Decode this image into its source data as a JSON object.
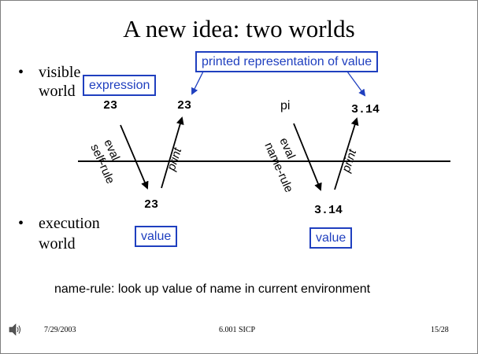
{
  "slide": {
    "title": "A new idea: two worlds",
    "bullets": {
      "visible_line1": "visible",
      "visible_line2": "world",
      "execution_line1": "execution",
      "execution_line2": "world"
    },
    "labels": {
      "expression": "expression",
      "printed_rep": "printed representation of value",
      "value_left": "value",
      "value_right": "value"
    },
    "left_example": {
      "expr": "23",
      "printed": "23",
      "value": "23",
      "eval_label": "eval",
      "rule_label": "self-rule",
      "print_label": "print"
    },
    "right_example": {
      "expr": "pi",
      "printed": "3.14",
      "value": "3.14",
      "eval_label": "eval",
      "rule_label": "name-rule",
      "print_label": "print"
    },
    "note": "name-rule: look up value of name in current environment",
    "footer": {
      "date": "7/29/2003",
      "course": "6.001 SICP",
      "page": "15/28"
    },
    "icon": "speaker-icon",
    "colors": {
      "box_border": "#1f3fbf",
      "label_text": "#1f3fbf",
      "arrow": "#000000",
      "pointer": "#1f3fbf"
    }
  }
}
